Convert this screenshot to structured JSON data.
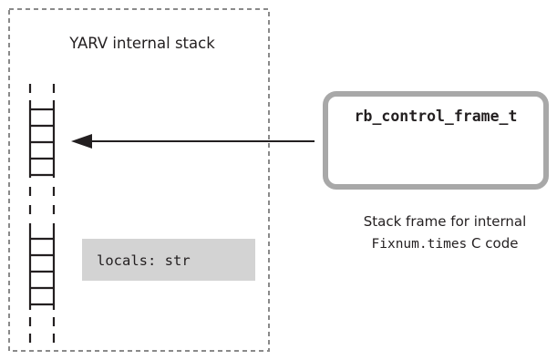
{
  "stack_panel": {
    "title": "YARV internal stack",
    "locals_label": "locals: str"
  },
  "control_frame": {
    "label": "rb_control_frame_t",
    "caption_line1": "Stack frame for internal",
    "caption_line2_code": "Fixnum.times",
    "caption_line2_text": " C code"
  },
  "colors": {
    "ink": "#231f20",
    "dashed_border": "#8a8a8a",
    "frame_border": "#a8a8a8",
    "locals_fill": "#d3d3d3"
  }
}
